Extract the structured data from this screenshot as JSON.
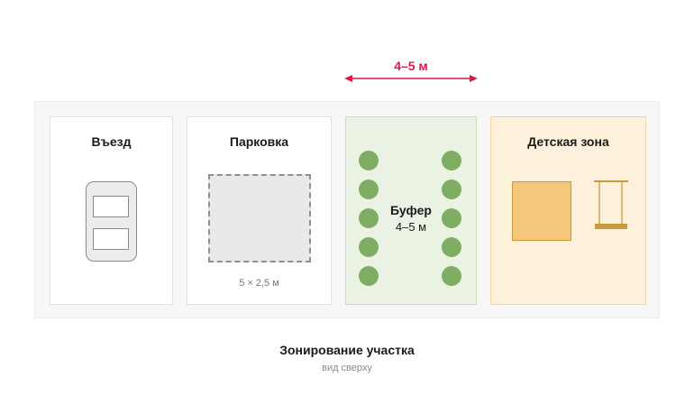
{
  "measure": {
    "label": "4–5 м"
  },
  "zones": [
    {
      "title": "Въезд"
    },
    {
      "title": "Парковка",
      "size_label": "5 × 2,5 м"
    },
    {
      "title": "Буфер",
      "width_label": "4–5 м"
    },
    {
      "title": "Детская зона"
    }
  ],
  "caption": {
    "title": "Зонирование участка",
    "subtitle": "вид сверху"
  },
  "colors": {
    "accent": "#d81b4a",
    "buffer_fill": "#eaf3e3",
    "tree": "#7fae62",
    "kids_fill": "#fdf1dc",
    "sandbox": "#f4c77a",
    "swing": "#c99a3d"
  }
}
